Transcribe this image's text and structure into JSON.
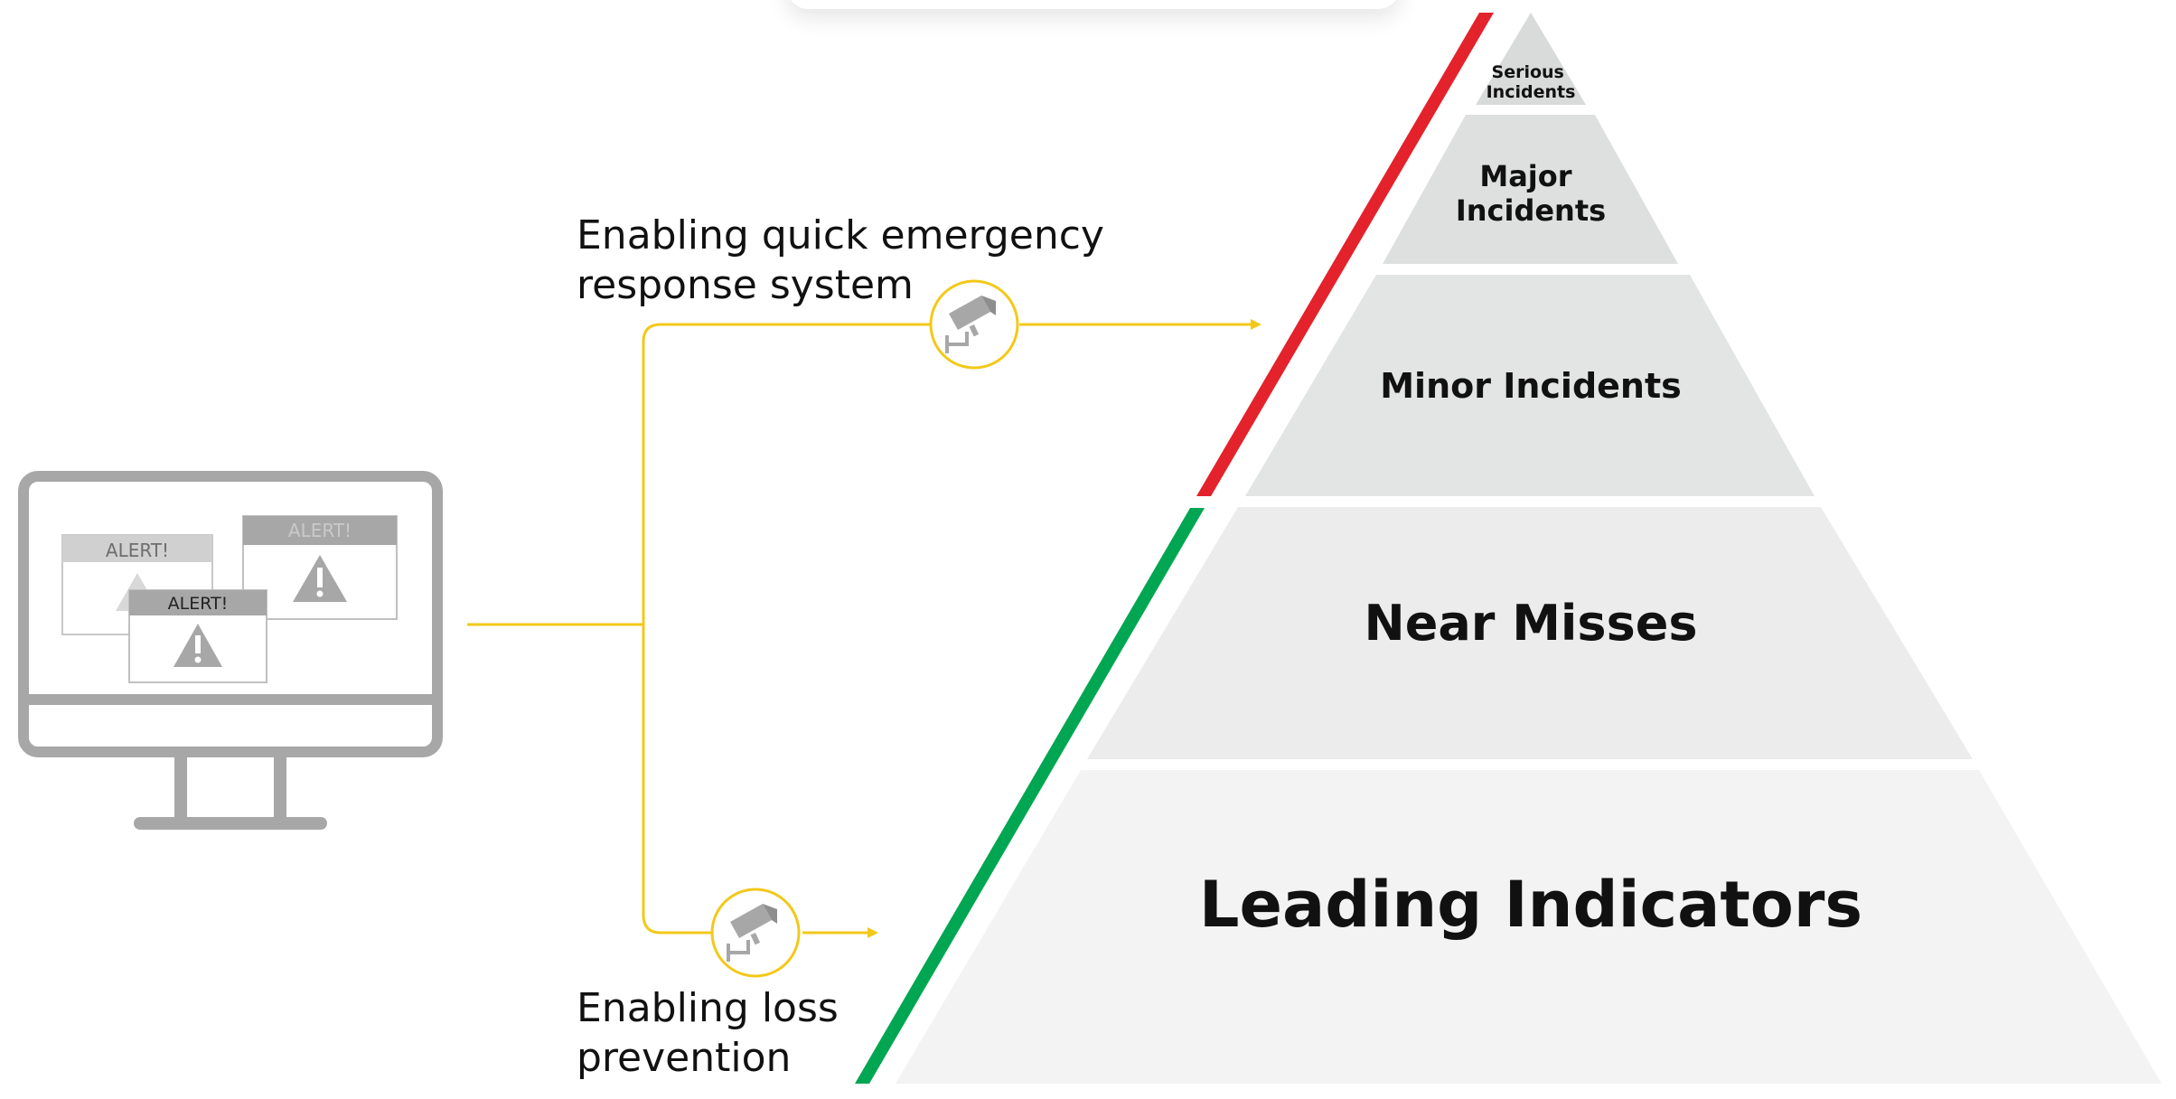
{
  "pyramid": {
    "levels": [
      {
        "id": "serious",
        "label_lines": [
          "Serious",
          "Incidents"
        ]
      },
      {
        "id": "major",
        "label_lines": [
          "Major",
          "Incidents"
        ]
      },
      {
        "id": "minor",
        "label_lines": [
          "Minor Incidents"
        ]
      },
      {
        "id": "near",
        "label_lines": [
          "Near Misses"
        ]
      },
      {
        "id": "leading",
        "label_lines": [
          "Leading Indicators"
        ]
      }
    ]
  },
  "flow": {
    "emergency_caption": [
      "Enabling quick emergency",
      "response system"
    ],
    "loss_caption": [
      "Enabling loss",
      "prevention"
    ]
  },
  "monitor": {
    "alerts": [
      "ALERT!",
      "ALERT!",
      "ALERT!"
    ]
  },
  "colors": {
    "accent_yellow": "#F2C919",
    "bar_red": "#E4222B",
    "bar_green": "#00A651",
    "monitor_gray": "#A7A7A7",
    "tier_top": "#D9DADA",
    "tier_mid": "#E3E4E4",
    "tier_near": "#ECECEC",
    "tier_base": "#F3F3F3"
  }
}
